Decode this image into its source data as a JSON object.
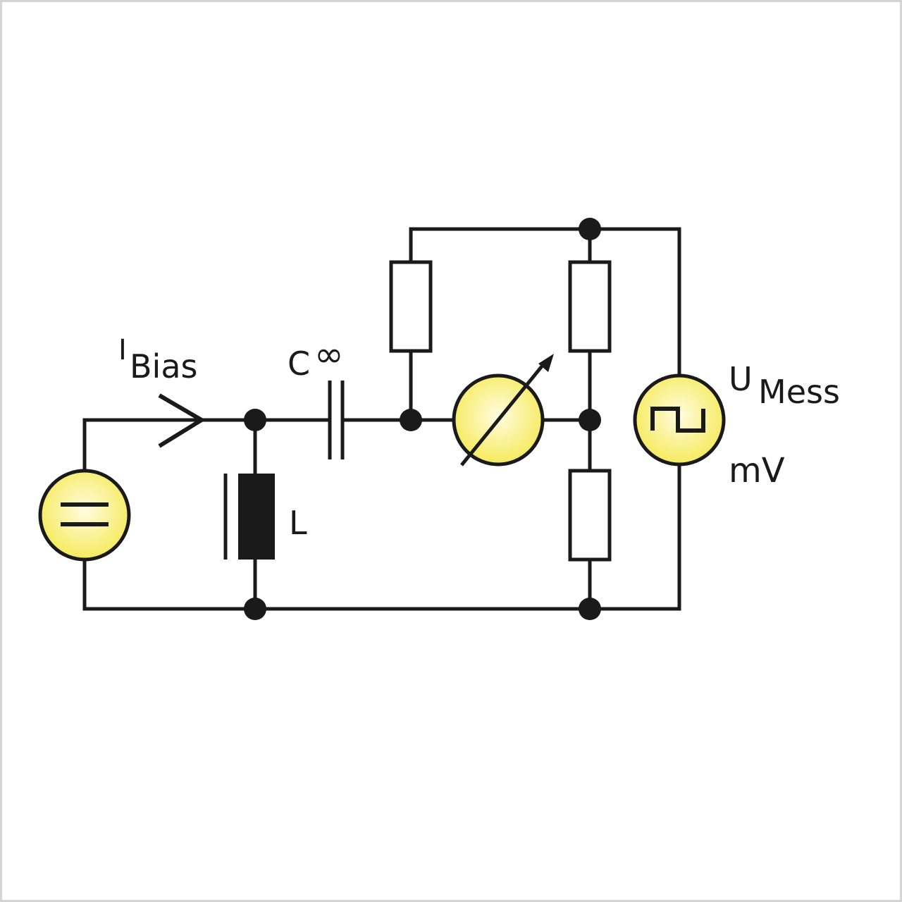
{
  "colors": {
    "wire": "#1a1a1a",
    "source_fill": "#faf07a",
    "source_fill_center": "#fffce0",
    "frame": "#d4d4d4",
    "background": "#ffffff"
  },
  "labels": {
    "bias_main": "I",
    "bias_sub": "Bias",
    "capacitor_main": "C",
    "capacitor_sub": "∞",
    "inductor": "L",
    "mess_main": "U",
    "mess_sub": "Mess",
    "mess_unit": "mV"
  },
  "components": {
    "dc_source": "dc-source-icon",
    "inductor": "inductor-icon",
    "capacitor": "capacitor-icon",
    "bridge_resistors": [
      "resistor-icon",
      "resistor-icon",
      "resistor-icon"
    ],
    "variable_element": "variable-meter-icon",
    "square_wave_source": "square-wave-source-icon"
  }
}
